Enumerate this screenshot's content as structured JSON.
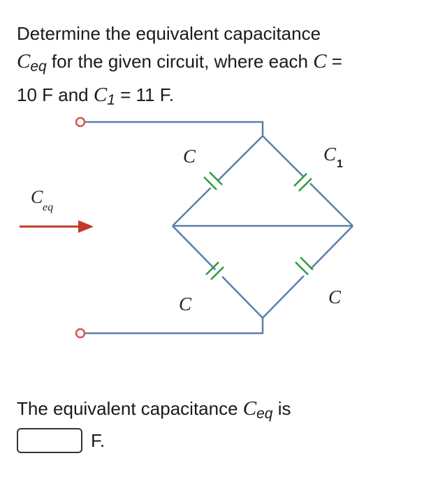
{
  "question": {
    "line1": "Determine the equivalent capacitance",
    "ceq_symbol": "C",
    "ceq_sub": "eq",
    "line2_rest": " for the given circuit, where each ",
    "c_symbol": "C",
    "equals": " =",
    "value_c": "10 F and ",
    "c1_symbol": "C",
    "c1_sub": "1",
    "value_c1": " = 11 F."
  },
  "circuit": {
    "ceq_label": "C",
    "ceq_label_sub": "eq",
    "cap_top_left": "C",
    "cap_top_right": "C",
    "cap_top_right_sub": "1",
    "cap_bottom_left": "C",
    "cap_bottom_right": "C",
    "wire_color": "#5a7fa8",
    "cap_color": "#2e9c3c",
    "terminal_color": "#d9534f",
    "arrow_color": "#c0392b"
  },
  "answer": {
    "prompt_start": "The equivalent capacitance ",
    "ceq_symbol": "C",
    "ceq_sub": "eq",
    "prompt_end": " is",
    "value": "",
    "unit": "F."
  }
}
